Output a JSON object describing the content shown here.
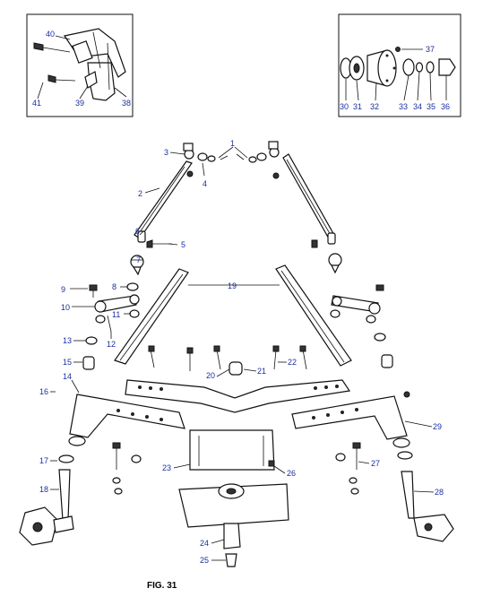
{
  "figure": {
    "caption": "FIG. 31"
  },
  "callouts": [
    "1",
    "2",
    "3",
    "4",
    "5",
    "6",
    "7",
    "8",
    "9",
    "10",
    "11",
    "12",
    "13",
    "14",
    "15",
    "16",
    "17",
    "18",
    "19",
    "20",
    "21",
    "22",
    "23",
    "24",
    "25",
    "26",
    "27",
    "28",
    "29",
    "30",
    "31",
    "32",
    "33",
    "34",
    "35",
    "36",
    "37",
    "38",
    "39",
    "40",
    "41"
  ],
  "colors": {
    "label": "#1a2fa0",
    "line": "#111111",
    "background": "#ffffff"
  }
}
